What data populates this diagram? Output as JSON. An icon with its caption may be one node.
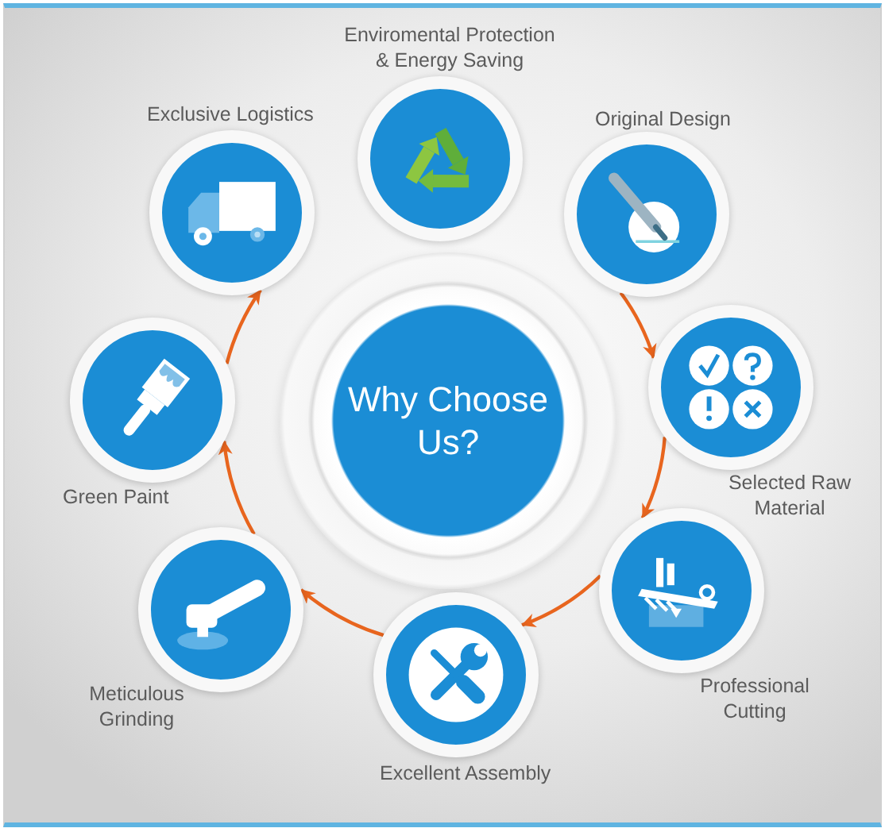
{
  "diagram": {
    "nodes": [
      {
        "text": [
          "Why Choose Us?"
        ]
      },
      {
        "text": [
          "Enviromental Protection & Energy Saving"
        ]
      },
      {
        "text": [
          "Original Design"
        ]
      },
      {
        "text": [
          "Selected Raw Material"
        ]
      },
      {
        "text": [
          "Professional Cutting"
        ]
      },
      {
        "text": [
          "Excellent Assembly"
        ]
      },
      {
        "text": [
          "Meticulous Grinding"
        ]
      },
      {
        "text": [
          "Green Paint"
        ]
      },
      {
        "text": [
          "Exclusive Logistics"
        ]
      }
    ],
    "edges": [
      {
        "from": 2,
        "to": 3,
        "arrow": "to"
      },
      {
        "from": 3,
        "to": 4,
        "arrow": "to"
      },
      {
        "from": 4,
        "to": 5,
        "arrow": "to"
      },
      {
        "from": 5,
        "to": 6,
        "arrow": "to"
      },
      {
        "from": 6,
        "to": 7,
        "arrow": "to"
      },
      {
        "from": 7,
        "to": 8,
        "arrow": "to"
      }
    ]
  }
}
